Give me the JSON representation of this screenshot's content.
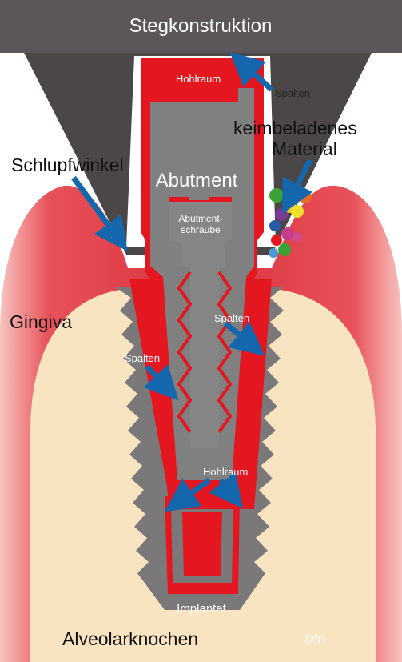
{
  "title": "Stegkonstruktion",
  "labels": {
    "hohlraum_top": "Hohlraum",
    "spalten_top": "Spalten",
    "keim_line1": "keimbeladenes",
    "keim_line2": "Material",
    "schlupfwinkel": "Schlupfwinkel",
    "abutment": "Abutment",
    "schraube_line1": "Abutment-",
    "schraube_line2": "schraube",
    "gingiva": "Gingiva",
    "spalten_right": "Spalten",
    "spalten_left": "Spalten",
    "hohlraum_bottom": "Hohlraum",
    "implantat": "Implantat",
    "alveolarknochen": "Alveolarknochen",
    "copyright": "©fri"
  },
  "colors": {
    "top_bar": "#5a5659",
    "superstructure": "#4b4749",
    "gingiva": "#e0434f",
    "gingiva_light": "#f3a4a3",
    "bone": "#f9e4c2",
    "implant": "#7a7878",
    "abutment": "#808080",
    "cavity": "#e4161f",
    "arrow": "#1467ad",
    "white": "#ffffff"
  }
}
